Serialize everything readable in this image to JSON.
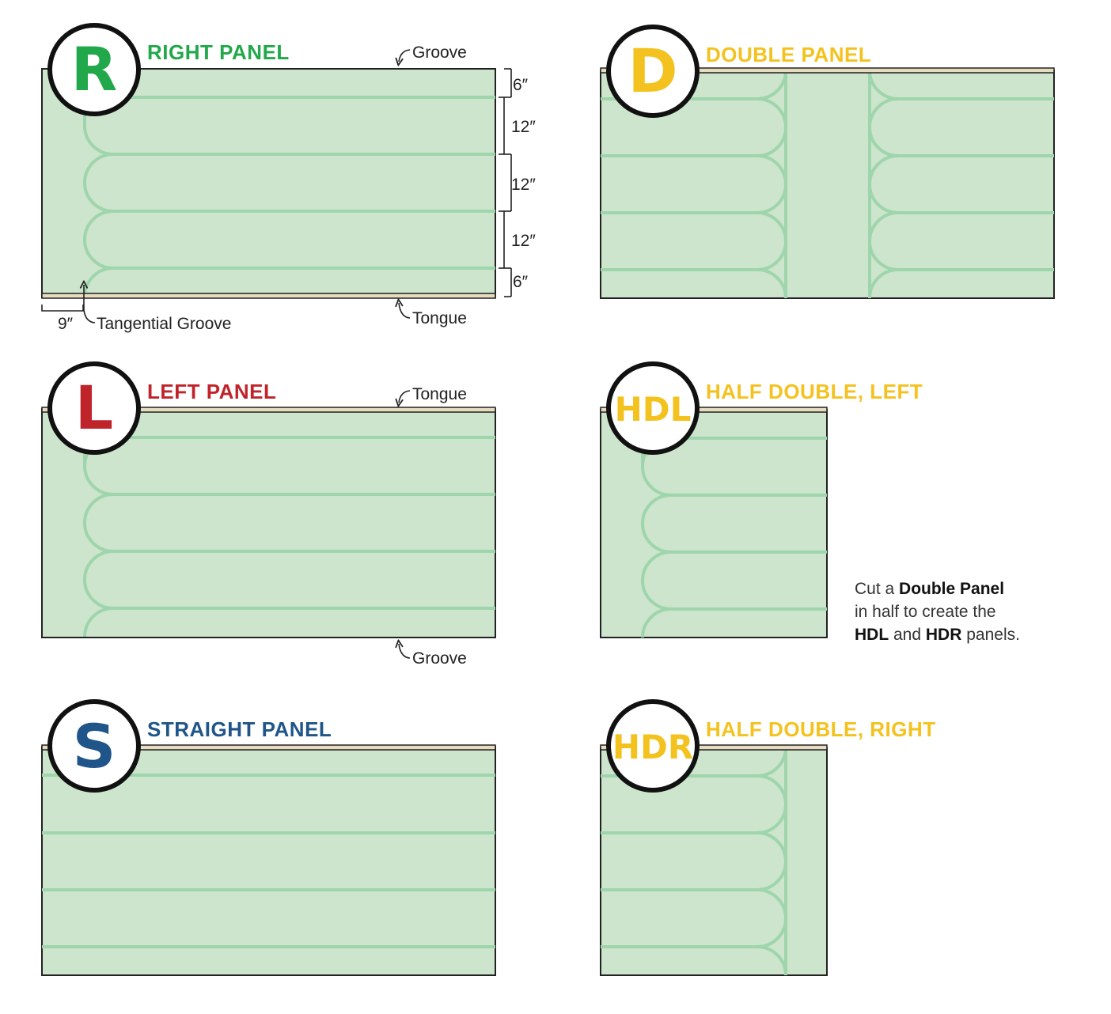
{
  "panels": {
    "right": {
      "letter": "R",
      "title": "RIGHT PANEL",
      "color": "#21a84a"
    },
    "double": {
      "letter": "D",
      "title": "DOUBLE PANEL",
      "color": "#f4c21f"
    },
    "left": {
      "letter": "L",
      "title": "LEFT PANEL",
      "color": "#c0242b"
    },
    "hdl": {
      "letter": "HDL",
      "title": "HALF DOUBLE, LEFT",
      "color": "#f4c21f"
    },
    "straight": {
      "letter": "S",
      "title": "STRAIGHT PANEL",
      "color": "#1f5589"
    },
    "hdr": {
      "letter": "HDR",
      "title": "HALF DOUBLE, RIGHT",
      "color": "#f4c21f"
    }
  },
  "labels": {
    "groove": "Groove",
    "tongue": "Tongue",
    "tangential_groove": "Tangential Groove",
    "left_tongue": "Tongue",
    "left_groove": "Groove"
  },
  "dimensions": {
    "d1": "6″",
    "d2": "12″",
    "d3": "12″",
    "d4": "12″",
    "d5": "6″",
    "offset": "9″"
  },
  "note": {
    "t1": "Cut a ",
    "b1": "Double Panel",
    "t2": "in half to create the",
    "b2": "HDL",
    "t3": " and ",
    "b3": "HDR",
    "t4": " panels."
  },
  "colors": {
    "panel_fill": "#cce5cc",
    "groove_line": "#9fd5ac",
    "edge": "#222222",
    "tongue_strip": "#e8dcc0"
  }
}
